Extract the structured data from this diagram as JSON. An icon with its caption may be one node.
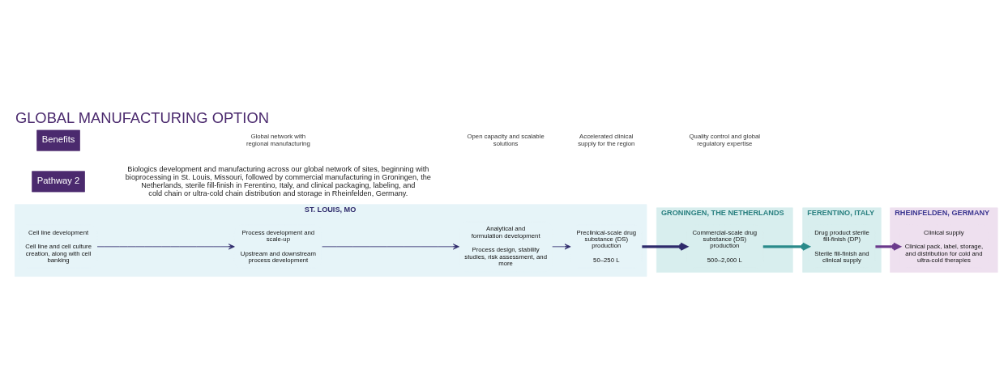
{
  "diagram": {
    "title": "GLOBAL MANUFACTURING OPTION",
    "nodes": [
      {
        "text": [
          "ST. LOUIS, MO"
        ]
      },
      {
        "text": [
          "Cell line development",
          "Cell line and cell culture creation, along with cell banking"
        ],
        "in": 0
      },
      {
        "text": [
          "Process development and scale-up",
          "Upstream and downstream process development"
        ],
        "in": 0
      },
      {
        "text": [
          "Analytical and formulation development",
          "Process design, stability studies, risk assessment, and more"
        ],
        "in": 0
      },
      {
        "text": [
          "Preclinical-scale drug substance (DS) production",
          "50–250 L"
        ],
        "in": 0
      },
      {
        "text": [
          "GRONINGEN, THE NETHERLANDS"
        ]
      },
      {
        "text": [
          "Commercial-scale drug substance (DS) production",
          "500–2,000 L"
        ],
        "in": 5
      },
      {
        "text": [
          "FERENTINO, ITALY"
        ]
      },
      {
        "text": [
          "Drug product sterile fill-finish (DP)",
          "Sterile fill-finish and clinical supply"
        ],
        "in": 7
      },
      {
        "text": [
          "RHEINFELDEN, GERMANY"
        ]
      },
      {
        "text": [
          "Clinical supply",
          "Clinical pack, label, storage, and distribution for cold and ultra-cold therapies"
        ],
        "in": 9
      }
    ],
    "edges": [
      {
        "from": 1,
        "to": 2,
        "arrow": "to"
      },
      {
        "from": 2,
        "to": 3,
        "arrow": "to"
      },
      {
        "from": 3,
        "to": 4,
        "arrow": "to"
      },
      {
        "from": 4,
        "to": 6,
        "arrow": "to",
        "style": "thick"
      },
      {
        "from": 6,
        "to": 8,
        "arrow": "to",
        "style": "thick",
        "color": "#2a8a8a"
      },
      {
        "from": 8,
        "to": 10,
        "arrow": "to",
        "style": "thick",
        "color": "#6b3a8c"
      }
    ],
    "labels": [
      "Pathway 2",
      "Biologics development and manufacturing across our global network of sites, beginning with bioprocessing in St. Louis, Missouri, followed by commercial manufacturing in Groningen, the Netherlands, sterile fill-finish in Ferentino, Italy, and clinical packaging, labeling, and cold chain or ultra-cold chain distribution and storage in Rheinfelden, Germany.",
      "Benefits",
      "Global network with regional manufacturing",
      "Open capacity and scalable solutions",
      "Accelerated clinical supply for the region",
      "Quality control and global regulatory expertise"
    ]
  }
}
